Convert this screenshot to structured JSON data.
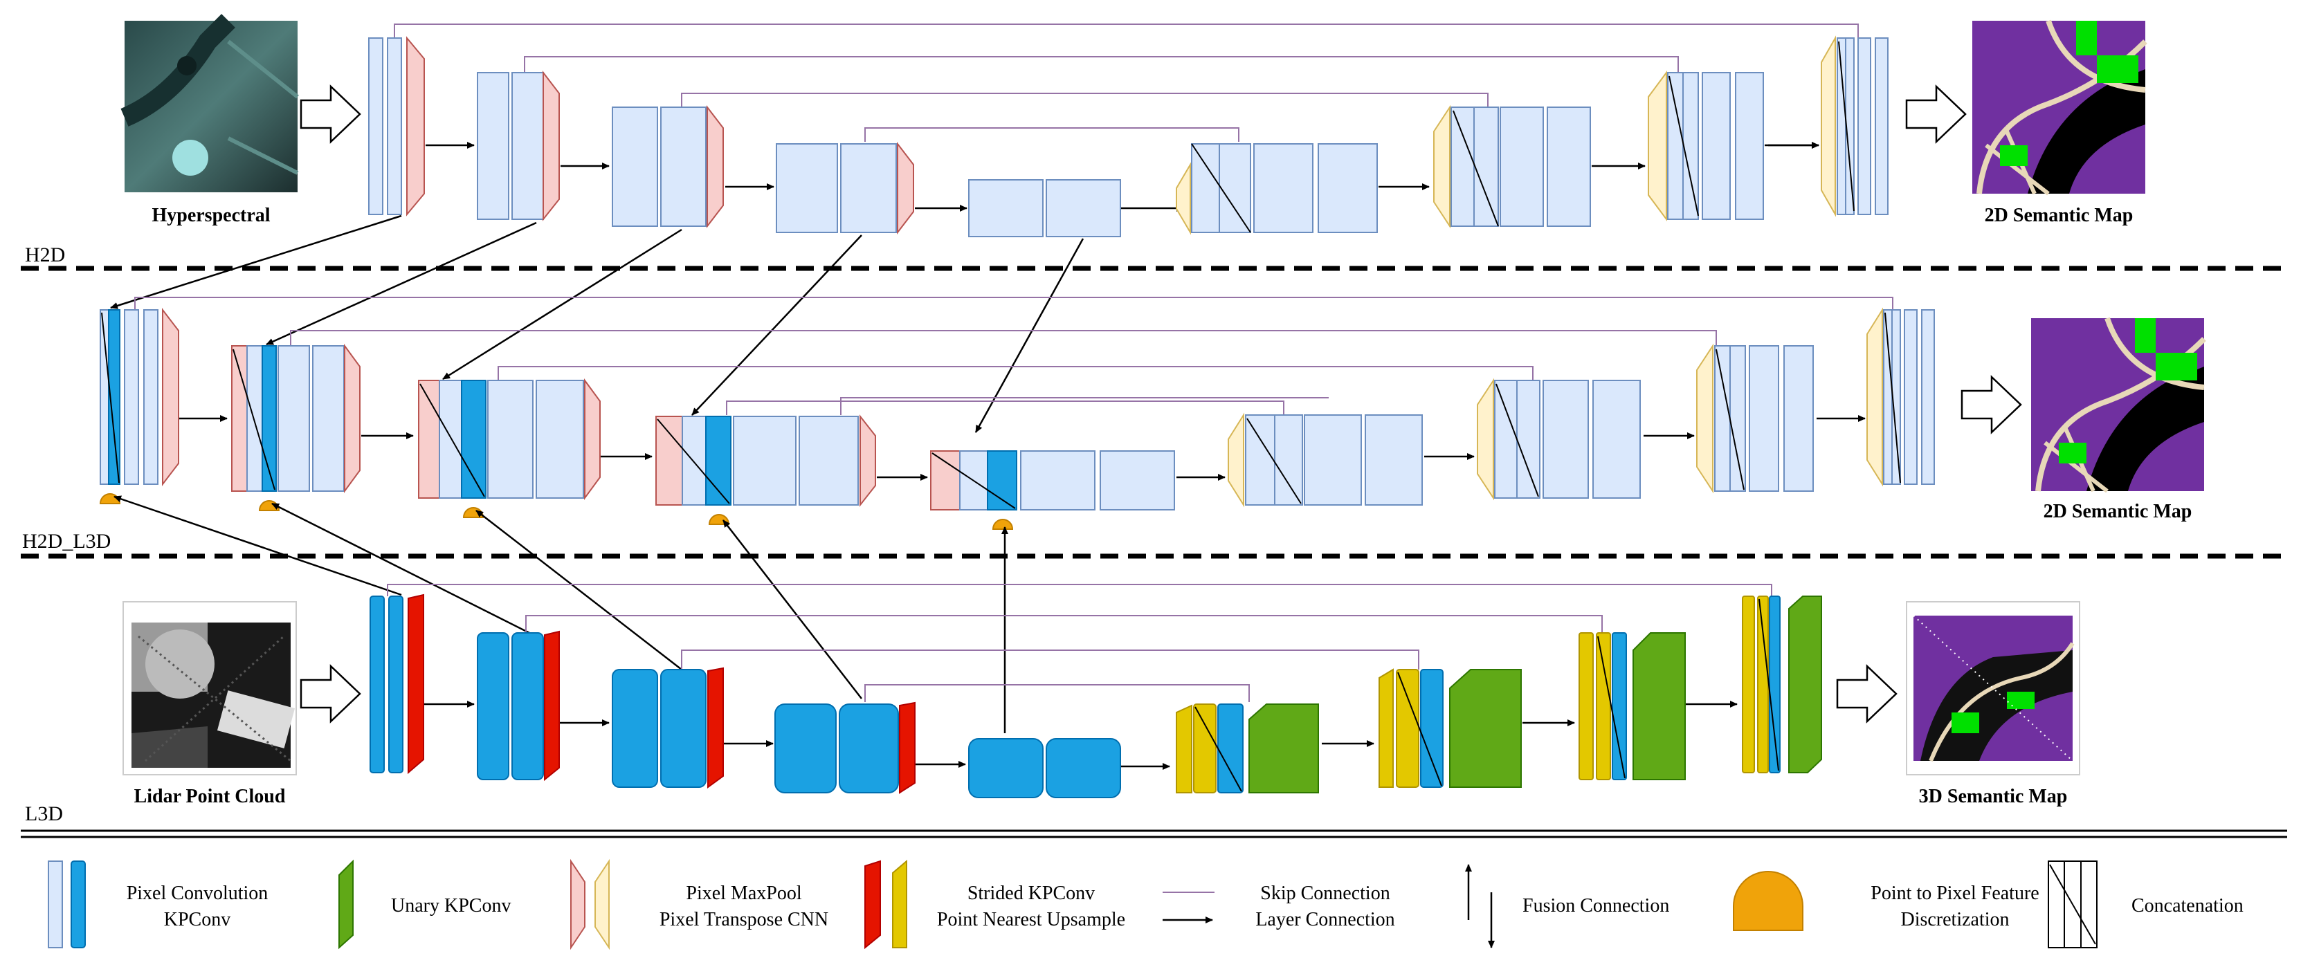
{
  "colors": {
    "pixel_conv": "#dae8fc",
    "pixel_conv_stroke": "#6c8ebf",
    "kpconv": "#1ba1e2",
    "kpconv_stroke": "#006eaf",
    "maxpool": "#f8cecc",
    "maxpool_stroke": "#b85450",
    "transpose": "#fff2cc",
    "transpose_stroke": "#d6b656",
    "strided_kpconv": "#e51400",
    "upsample": "#e3c800",
    "unary_kpconv": "#60a917",
    "discretization": "#f0a30a",
    "skip": "#9673a6",
    "arrow": "#000000"
  },
  "sections": {
    "h2d": "H2D",
    "h2d_l3d": "H2D_L3D",
    "l3d": "L3D"
  },
  "captions": {
    "hyperspectral": "Hyperspectral",
    "semantic_2d_top": "2D Semantic Map",
    "semantic_2d_mid": "2D Semantic Map",
    "lidar": "Lidar Point Cloud",
    "semantic_3d": "3D Semantic Map"
  },
  "legend": {
    "pixel_conv": "Pixel Convolution",
    "kpconv": "KPConv",
    "unary": "Unary KPConv",
    "maxpool": "Pixel MaxPool",
    "transpose": "Pixel Transpose CNN",
    "strided": "Strided KPConv",
    "upsample": "Point Nearest Upsample",
    "skip": "Skip Connection",
    "layer": "Layer Connection",
    "fusion": "Fusion Connection",
    "p2p_1": "Point to Pixel Feature",
    "p2p_2": "Discretization",
    "concat": "Concatenation"
  }
}
